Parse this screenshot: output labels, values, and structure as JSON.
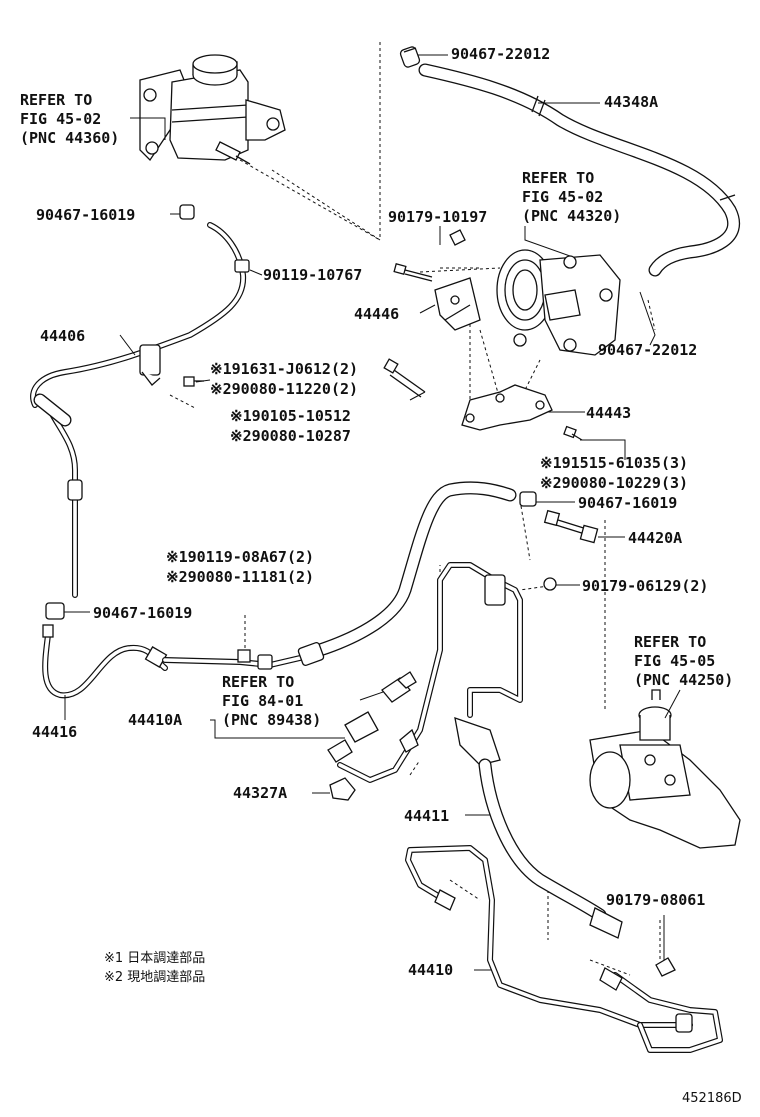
{
  "labels": {
    "p_9046722012_top": "90467-22012",
    "p_44348a": "44348A",
    "refer_4502_a": [
      "REFER TO",
      "FIG 45-02",
      "(PNC 44360)"
    ],
    "p_9046716019_a": "90467-16019",
    "p_9017910197": "90179-10197",
    "refer_4502_b": [
      "REFER TO",
      "FIG 45-02",
      "(PNC 44320)"
    ],
    "p_9011910767": "90119-10767",
    "p_44446": "44446",
    "p_44406": "44406",
    "p_9046722012_bot": "90467-22012",
    "p_191631_j0612": "※191631-J0612(2)",
    "p_290080_11220": "※290080-11220(2)",
    "p_190105_10512": "※190105-10512",
    "p_290080_10287": "※290080-10287",
    "p_44443": "44443",
    "p_191515_61035": "※191515-61035(3)",
    "p_290080_10229": "※290080-10229(3)",
    "p_9046716019_b": "90467-16019",
    "p_44420a": "44420A",
    "p_190119_08a67": "※190119-08A67(2)",
    "p_290080_11181": "※290080-11181(2)",
    "p_9017906129": "90179-06129(2)",
    "p_9046716019_c": "90467-16019",
    "refer_4505": [
      "REFER TO",
      "FIG 45-05",
      "(PNC 44250)"
    ],
    "refer_8401": [
      "REFER TO",
      "FIG 84-01",
      "(PNC 89438)"
    ],
    "p_44416": "44416",
    "p_44410a": "44410A",
    "p_44327a": "44327A",
    "p_44411": "44411",
    "p_9017908061": "90179-08061",
    "p_44410": "44410",
    "note1": "※1 日本調達部品",
    "note2": "※2 現地調達部品",
    "diagram_id": "452186D"
  }
}
